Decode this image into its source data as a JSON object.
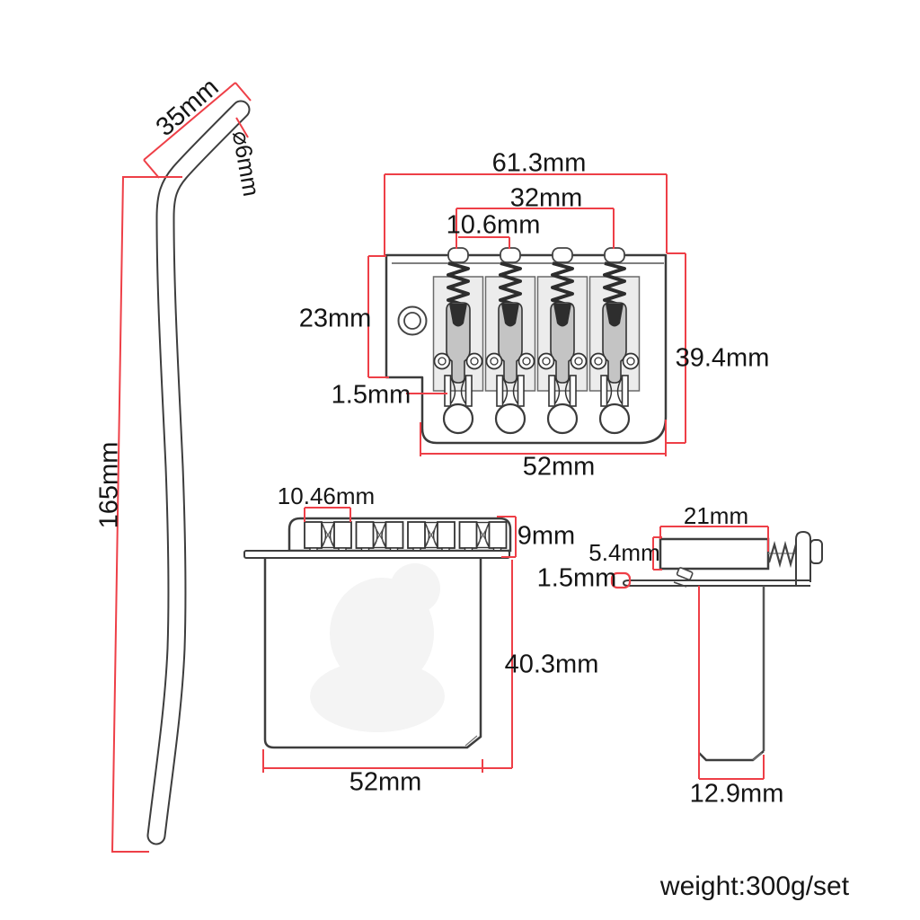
{
  "weight_note": "weight:300g/set",
  "colors": {
    "dimension_red": "#ee3f47",
    "outline_dark": "#3b3b3b"
  },
  "labels": {
    "arm_35": "35mm",
    "arm_dia": "⌀6mm",
    "arm_165": "165mm",
    "top_613": "61.3mm",
    "top_32": "32mm",
    "top_106": "10.6mm",
    "top_23": "23mm",
    "top_394": "39.4mm",
    "top_15": "1.5mm",
    "top_52": "52mm",
    "front_1046": "10.46mm",
    "front_9": "9mm",
    "front_403": "40.3mm",
    "front_52": "52mm",
    "side_21": "21mm",
    "side_54": "5.4mm",
    "side_15": "1.5mm",
    "side_129": "12.9mm"
  }
}
